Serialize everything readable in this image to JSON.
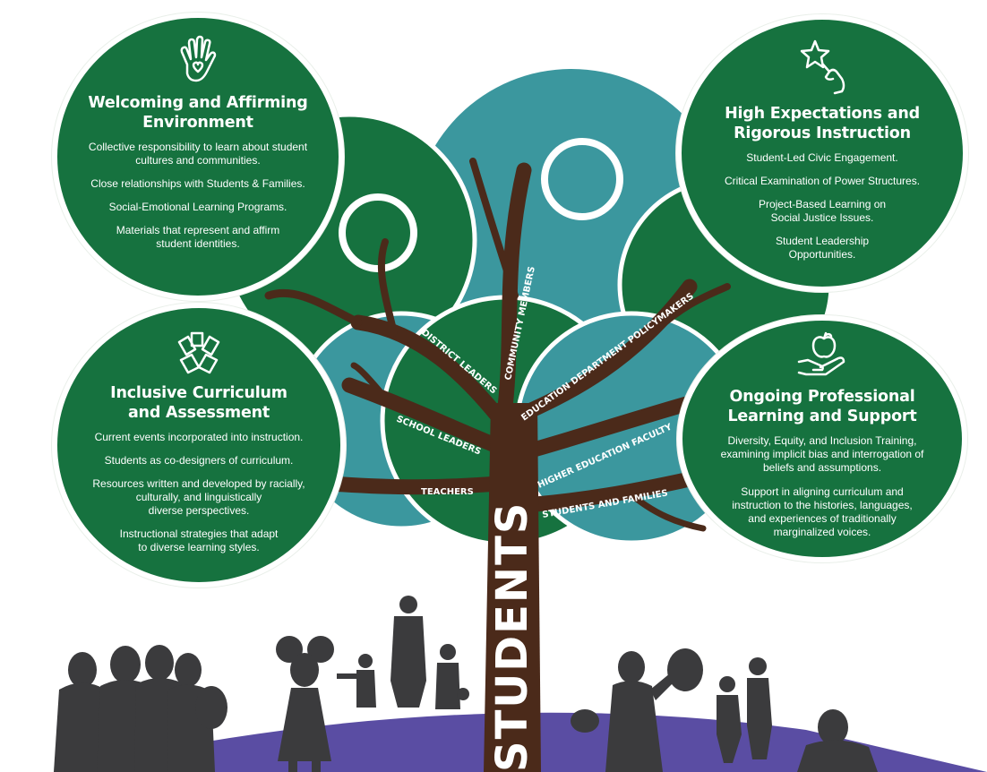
{
  "colors": {
    "green": "#16723f",
    "teal": "#3b979e",
    "brown": "#4b2a1a",
    "purple": "#5a4da3",
    "silhouette": "#3b3b3d"
  },
  "panels": {
    "welcoming": {
      "icon": "hand-heart-icon",
      "title_line1": "Welcoming and Affirming",
      "title_line2": "Environment",
      "items": [
        "Collective responsibility to learn about student\ncultures and communities.",
        "Close relationships with Students & Families.",
        "Social-Emotional Learning Programs.",
        "Materials that represent and affirm\nstudent identities."
      ]
    },
    "high_expectations": {
      "icon": "star-hand-icon",
      "title_line1": "High Expectations and",
      "title_line2": "Rigorous Instruction",
      "items": [
        "Student-Led Civic Engagement.",
        "Critical Examination of Power Structures.",
        "Project-Based Learning on\nSocial Justice Issues.",
        "Student Leadership\nOpportunities."
      ]
    },
    "inclusive": {
      "icon": "joined-hands-icon",
      "title_line1": "Inclusive Curriculum",
      "title_line2": "and Assessment",
      "items": [
        "Current events incorporated into instruction.",
        "Students as co-designers of curriculum.",
        "Resources written and developed by racially,\nculturally, and linguistically\ndiverse perspectives.",
        "Instructional strategies that adapt\nto diverse learning styles."
      ]
    },
    "ongoing": {
      "icon": "apple-hand-icon",
      "title_line1": "Ongoing Professional",
      "title_line2": "Learning and Support",
      "items": [
        "Diversity, Equity, and Inclusion Training,\nexamining implicit bias and interrogation of\nbeliefs and assumptions.",
        "Support in aligning curriculum and\ninstruction to the histories, languages,\nand experiences of traditionally\nmarginalized voices."
      ]
    }
  },
  "trunk_label": "STUDENTS",
  "branch_labels": {
    "district_leaders": "DISTRICT LEADERS",
    "community_members": "COMMUNITY MEMBERS",
    "education_department_policymakers": "EDUCATION DEPARTMENT POLICYMAKERS",
    "school_leaders": "SCHOOL LEADERS",
    "higher_education_faculty": "HIGHER EDUCATION FACULTY",
    "teachers": "TEACHERS",
    "students_and_families": "STUDENTS AND FAMILIES"
  }
}
